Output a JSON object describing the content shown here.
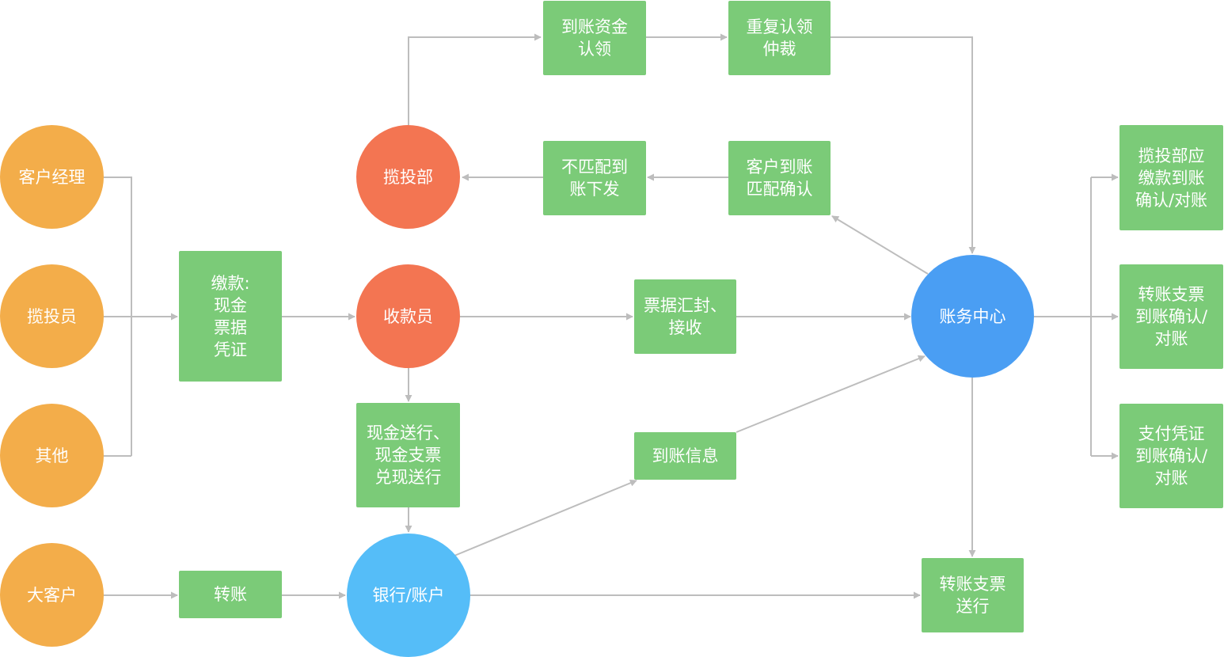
{
  "colors": {
    "orange": "#f3ad4a",
    "red": "#f37552",
    "blue": "#4a9ef3",
    "sky": "#55bdf8",
    "green": "#7bcb78",
    "edge": "#bdbdbd"
  },
  "nodes": {
    "customer_manager": "客户经理",
    "solicitor": "揽投员",
    "other": "其他",
    "big_customer": "大客户",
    "payment": "缴款:\n现金\n票据\n凭证",
    "transfer": "转账",
    "solicit_dept": "揽投部",
    "cashier": "收款员",
    "bank_account": "银行/账户",
    "cash_delivery": "现金送行、\n现金支票\n兑现送行",
    "arrival_claim": "到账资金\n认领",
    "repeat_claim": "重复认领\n仲裁",
    "mismatch_issue": "不匹配到\n账下发",
    "customer_match": "客户到账\n匹配确认",
    "bill_seal": "票据汇封、\n接收",
    "arrival_info": "到账信息",
    "accounting_center": "账务中心",
    "transfer_cheque_send": "转账支票\n送行",
    "dept_payment_confirm": "揽投部应\n缴款到账\n确认/对账",
    "transfer_cheque_confirm": "转账支票\n到账确认/\n对账",
    "payment_voucher_confirm": "支付凭证\n到账确认/\n对账"
  }
}
